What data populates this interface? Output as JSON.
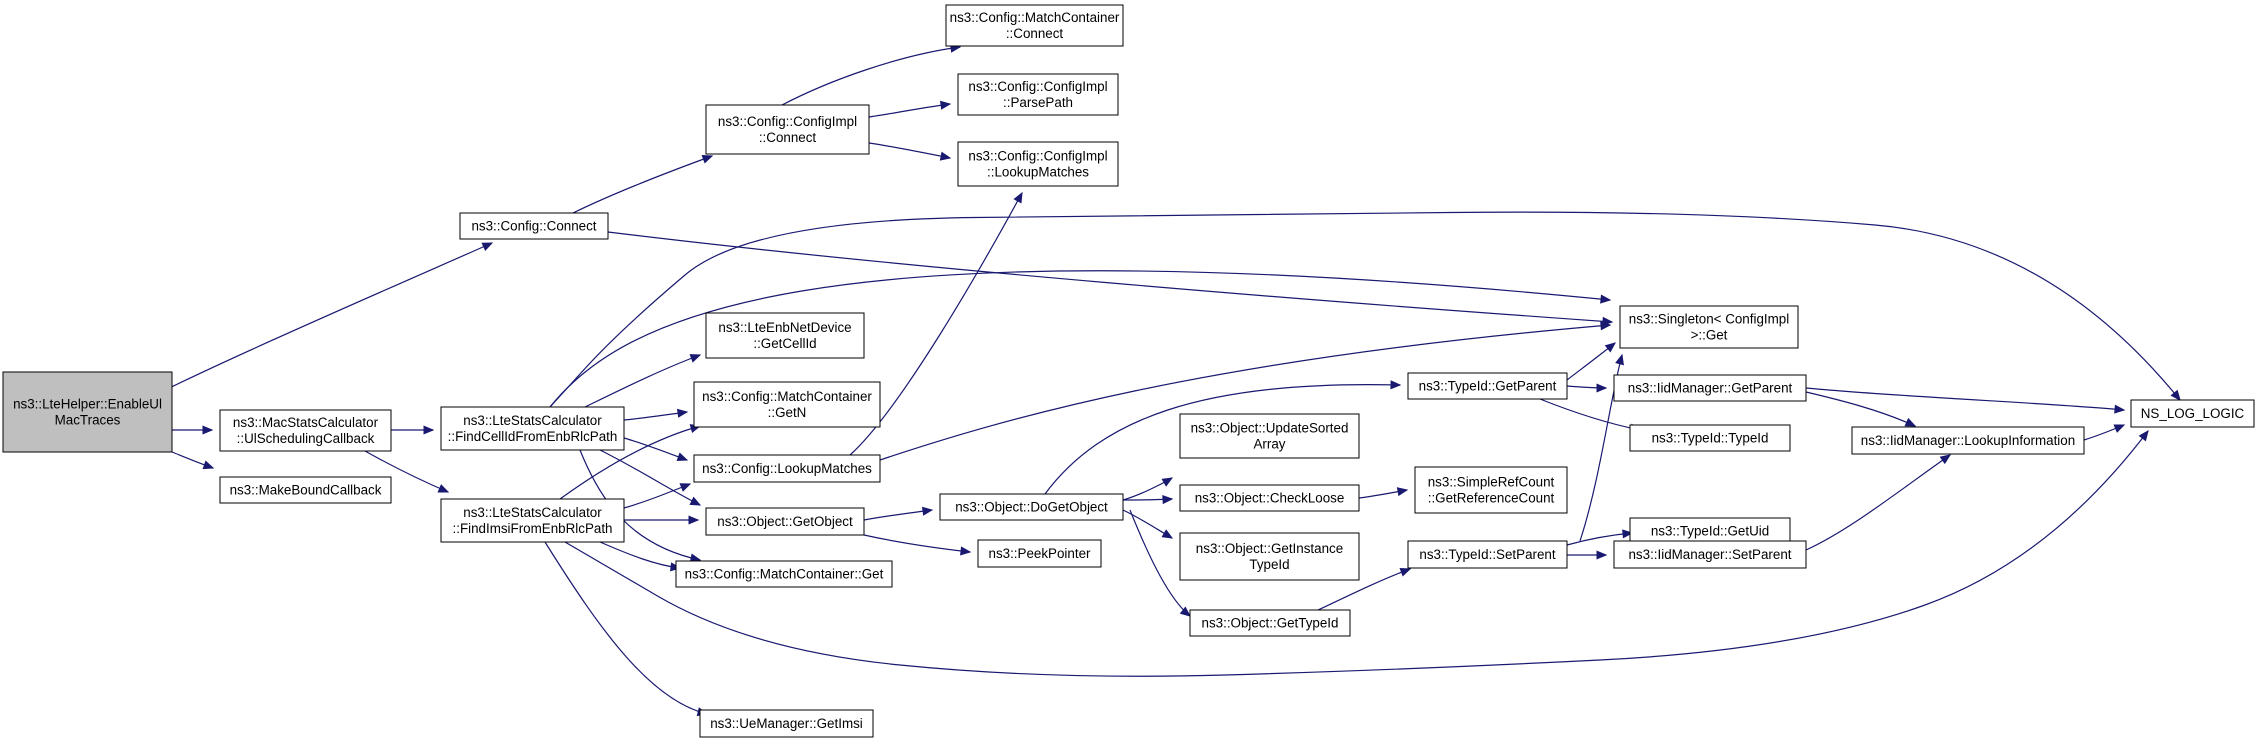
{
  "colors": {
    "edge": "#191970",
    "node_fill": "#ffffff",
    "root_fill": "#bfbfbf",
    "node_stroke": "#000000"
  },
  "nodes": {
    "enable_ul_mac_traces": {
      "lines": [
        "ns3::LteHelper::EnableUl",
        "MacTraces"
      ],
      "root": true
    },
    "config_connect": {
      "lines": [
        "ns3::Config::Connect"
      ]
    },
    "mac_stats_ul_sched_cb": {
      "lines": [
        "ns3::MacStatsCalculator",
        "::UlSchedulingCallback"
      ]
    },
    "make_bound_callback": {
      "lines": [
        "ns3::MakeBoundCallback"
      ]
    },
    "config_impl_connect": {
      "lines": [
        "ns3::Config::ConfigImpl",
        "::Connect"
      ]
    },
    "singleton_get": {
      "lines": [
        "ns3::Singleton< ConfigImpl",
        ">::Get"
      ]
    },
    "match_container_connect": {
      "lines": [
        "ns3::Config::MatchContainer",
        "::Connect"
      ]
    },
    "config_impl_parse_path": {
      "lines": [
        "ns3::Config::ConfigImpl",
        "::ParsePath"
      ]
    },
    "config_impl_lookup_matches": {
      "lines": [
        "ns3::Config::ConfigImpl",
        "::LookupMatches"
      ]
    },
    "find_cellid_from_enb_rlc_path": {
      "lines": [
        "ns3::LteStatsCalculator",
        "::FindCellIdFromEnbRlcPath"
      ]
    },
    "find_imsi_from_enb_rlc_path": {
      "lines": [
        "ns3::LteStatsCalculator",
        "::FindImsiFromEnbRlcPath"
      ]
    },
    "lte_enb_net_device_get_cellid": {
      "lines": [
        "ns3::LteEnbNetDevice",
        "::GetCellId"
      ]
    },
    "match_container_get_n": {
      "lines": [
        "ns3::Config::MatchContainer",
        "::GetN"
      ]
    },
    "config_lookup_matches": {
      "lines": [
        "ns3::Config::LookupMatches"
      ]
    },
    "object_get_object": {
      "lines": [
        "ns3::Object::GetObject"
      ]
    },
    "match_container_get": {
      "lines": [
        "ns3::Config::MatchContainer::Get"
      ]
    },
    "ue_manager_get_imsi": {
      "lines": [
        "ns3::UeManager::GetImsi"
      ]
    },
    "object_do_get_object": {
      "lines": [
        "ns3::Object::DoGetObject"
      ]
    },
    "peek_pointer": {
      "lines": [
        "ns3::PeekPointer"
      ]
    },
    "object_update_sorted_array": {
      "lines": [
        "ns3::Object::UpdateSorted",
        "Array"
      ]
    },
    "object_check_loose": {
      "lines": [
        "ns3::Object::CheckLoose"
      ]
    },
    "object_get_instance_typeid": {
      "lines": [
        "ns3::Object::GetInstance",
        "TypeId"
      ]
    },
    "object_get_typeid": {
      "lines": [
        "ns3::Object::GetTypeId"
      ]
    },
    "typeid_get_parent": {
      "lines": [
        "ns3::TypeId::GetParent"
      ]
    },
    "simple_ref_count_get_ref_count": {
      "lines": [
        "ns3::SimpleRefCount",
        "::GetReferenceCount"
      ]
    },
    "typeid_set_parent": {
      "lines": [
        "ns3::TypeId::SetParent"
      ]
    },
    "iid_manager_get_parent": {
      "lines": [
        "ns3::IidManager::GetParent"
      ]
    },
    "typeid_typeid": {
      "lines": [
        "ns3::TypeId::TypeId"
      ]
    },
    "typeid_get_uid": {
      "lines": [
        "ns3::TypeId::GetUid"
      ]
    },
    "iid_manager_set_parent": {
      "lines": [
        "ns3::IidManager::SetParent"
      ]
    },
    "iid_manager_lookup_information": {
      "lines": [
        "ns3::IidManager::LookupInformation"
      ]
    },
    "ns_log_logic": {
      "lines": [
        "NS_LOG_LOGIC"
      ]
    }
  }
}
